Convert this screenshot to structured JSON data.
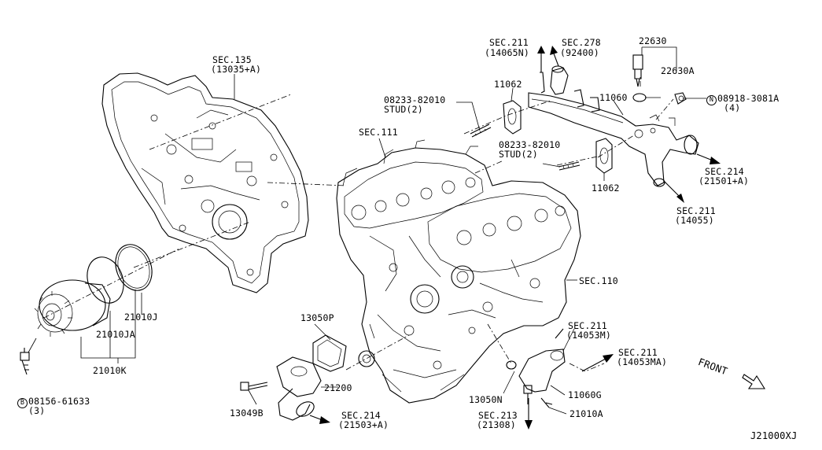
{
  "diagram_code": "J21000XJ",
  "front_label": "FRONT",
  "labels": {
    "sec135": "SEC.135",
    "sec135_ref": "(13035+A)",
    "sec211_top": "SEC.211",
    "sec211_top_ref": "(14065N)",
    "sec278": "SEC.278",
    "sec278_ref": "(92400)",
    "p22630": "22630",
    "p22630a": "22630A",
    "p11062_top": "11062",
    "stud_top_num": "08233-82010",
    "stud_top_qty": "STUD(2)",
    "p11060": "11060",
    "bolt_right_num": "08918-3081A",
    "bolt_right_prefix": "N",
    "bolt_right_qty": "(4)",
    "sec111": "SEC.111",
    "stud_mid_num": "08233-82010",
    "stud_mid_qty": "STUD(2)",
    "p11062_mid": "11062",
    "sec214_right": "SEC.214",
    "sec214_right_ref": "(21501+A)",
    "sec211_right": "SEC.211",
    "sec211_right_ref": "(14055)",
    "sec110": "SEC.110",
    "p21010j": "21010J",
    "p21010ja": "21010JA",
    "p21010k": "21010K",
    "bolt_left_prefix": "B",
    "bolt_left_num": "08156-61633",
    "bolt_left_qty": "(3)",
    "p13050p": "13050P",
    "p21200": "21200",
    "p13049b": "13049B",
    "sec214_bottom": "SEC.214",
    "sec214_bottom_ref": "(21503+A)",
    "sec211_mid": "SEC.211",
    "sec211_mid_ref": "(14053M)",
    "sec211_ma": "SEC.211",
    "sec211_ma_ref": "(14053MA)",
    "p13050n": "13050N",
    "p11060g": "11060G",
    "sec213": "SEC.213",
    "sec213_ref": "(21308)",
    "p21010a": "21010A"
  }
}
